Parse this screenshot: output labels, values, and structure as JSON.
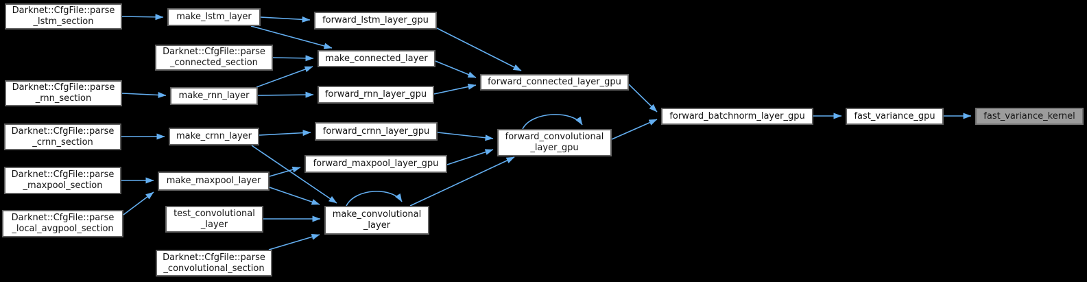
{
  "diagram": {
    "type": "call-graph",
    "direction": "right-to-left-callers",
    "highlighted_node": "fast_variance_kernel"
  },
  "colors": {
    "background": "#000000",
    "node_fill": "#ffffff",
    "node_border": "#5f5f5f",
    "node_text": "#131313",
    "highlight_fill": "#9c9c9c",
    "highlight_border": "#737373",
    "highlight_text": "#161616",
    "edge": "#63aef0"
  },
  "nodes": [
    {
      "id": "parse-lstm-section",
      "label": "Darknet::CfgFile::parse\n_lstm_section"
    },
    {
      "id": "parse-rnn-section",
      "label": "Darknet::CfgFile::parse\n_rnn_section"
    },
    {
      "id": "parse-crnn-section",
      "label": "Darknet::CfgFile::parse\n_crnn_section"
    },
    {
      "id": "parse-maxpool-section",
      "label": "Darknet::CfgFile::parse\n_maxpool_section"
    },
    {
      "id": "parse-local-avgpool-section",
      "label": "Darknet::CfgFile::parse\n_local_avgpool_section"
    },
    {
      "id": "make-lstm-layer",
      "label": "make_lstm_layer"
    },
    {
      "id": "parse-connected-section",
      "label": "Darknet::CfgFile::parse\n_connected_section"
    },
    {
      "id": "make-rnn-layer",
      "label": "make_rnn_layer"
    },
    {
      "id": "make-crnn-layer",
      "label": "make_crnn_layer"
    },
    {
      "id": "make-maxpool-layer",
      "label": "make_maxpool_layer"
    },
    {
      "id": "test-convolutional-layer",
      "label": "test_convolutional\n_layer"
    },
    {
      "id": "parse-convolutional-section",
      "label": "Darknet::CfgFile::parse\n_convolutional_section"
    },
    {
      "id": "forward-lstm-layer-gpu",
      "label": "forward_lstm_layer_gpu"
    },
    {
      "id": "make-connected-layer",
      "label": "make_connected_layer"
    },
    {
      "id": "forward-rnn-layer-gpu",
      "label": "forward_rnn_layer_gpu"
    },
    {
      "id": "forward-crnn-layer-gpu",
      "label": "forward_crnn_layer_gpu"
    },
    {
      "id": "forward-maxpool-layer-gpu",
      "label": "forward_maxpool_layer_gpu"
    },
    {
      "id": "make-convolutional-layer",
      "label": "make_convolutional\n_layer"
    },
    {
      "id": "forward-connected-layer-gpu",
      "label": "forward_connected_layer_gpu"
    },
    {
      "id": "forward-convolutional-layer-gpu",
      "label": "forward_convolutional\n_layer_gpu"
    },
    {
      "id": "forward-batchnorm-layer-gpu",
      "label": "forward_batchnorm_layer_gpu"
    },
    {
      "id": "fast-variance-gpu",
      "label": "fast_variance_gpu"
    },
    {
      "id": "fast-variance-kernel",
      "label": "fast_variance_kernel"
    }
  ]
}
